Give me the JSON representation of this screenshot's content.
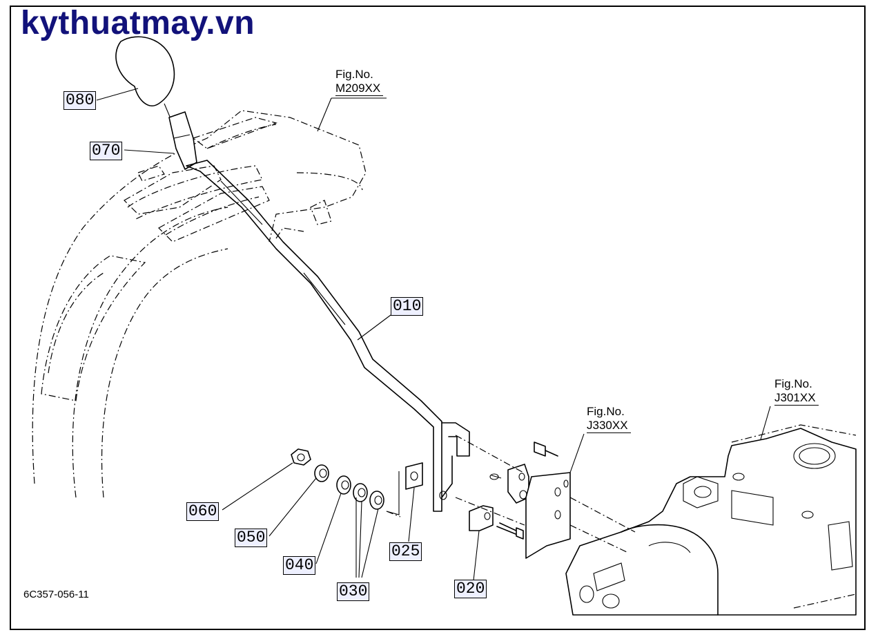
{
  "watermark": "kythuatmay.vn",
  "drawing_code": "6C357-056-11",
  "fig_refs": [
    {
      "label": "Fig.No.",
      "number": "M209XX"
    },
    {
      "label": "Fig.No.",
      "number": "J330XX"
    },
    {
      "label": "Fig.No.",
      "number": "J301XX"
    }
  ],
  "callouts": [
    "080",
    "070",
    "010",
    "060",
    "050",
    "040",
    "030",
    "025",
    "020"
  ]
}
